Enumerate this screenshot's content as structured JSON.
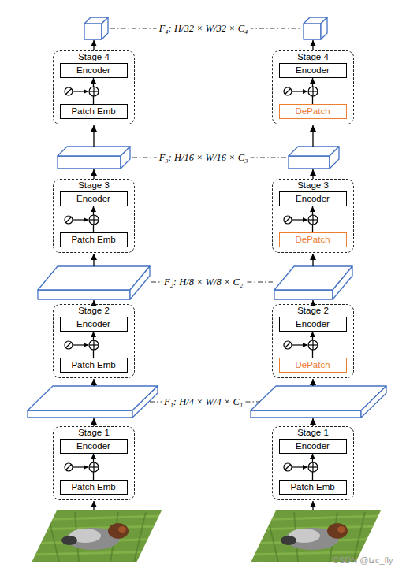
{
  "diagram": {
    "nodes": [
      {
        "text": [
          "Stage 4"
        ]
      },
      {
        "text": [
          "Encoder"
        ],
        "in": 0
      },
      {
        "text": [
          "Patch Emb"
        ],
        "in": 0
      },
      {
        "text": [
          "Stage 4"
        ]
      },
      {
        "text": [
          "Encoder"
        ],
        "in": 3
      },
      {
        "text": [
          "DePatch"
        ],
        "in": 3
      },
      {
        "text": [
          "Stage 3"
        ]
      },
      {
        "text": [
          "Encoder"
        ],
        "in": 6
      },
      {
        "text": [
          "Patch Emb"
        ],
        "in": 6
      },
      {
        "text": [
          "Stage 3"
        ]
      },
      {
        "text": [
          "Encoder"
        ],
        "in": 9
      },
      {
        "text": [
          "DePatch"
        ],
        "in": 9
      },
      {
        "text": [
          "Stage 2"
        ]
      },
      {
        "text": [
          "Encoder"
        ],
        "in": 12
      },
      {
        "text": [
          "Patch Emb"
        ],
        "in": 12
      },
      {
        "text": [
          "Stage 2"
        ]
      },
      {
        "text": [
          "Encoder"
        ],
        "in": 15
      },
      {
        "text": [
          "DePatch"
        ],
        "in": 15
      },
      {
        "text": [
          "Stage 1"
        ]
      },
      {
        "text": [
          "Encoder"
        ],
        "in": 18
      },
      {
        "text": [
          "Patch Emb"
        ],
        "in": 18
      },
      {
        "text": [
          "Stage 1"
        ]
      },
      {
        "text": [
          "Encoder"
        ],
        "in": 21
      },
      {
        "text": [
          "Patch Emb"
        ],
        "in": 21
      }
    ],
    "edges": [
      {
        "from": 2,
        "to": 1,
        "arrow": "to"
      },
      {
        "from": 5,
        "to": 4,
        "arrow": "to"
      },
      {
        "from": 8,
        "to": 7,
        "arrow": "to"
      },
      {
        "from": 11,
        "to": 10,
        "arrow": "to"
      },
      {
        "from": 14,
        "to": 13,
        "arrow": "to"
      },
      {
        "from": 17,
        "to": 16,
        "arrow": "to"
      },
      {
        "from": 20,
        "to": 19,
        "arrow": "to"
      },
      {
        "from": 23,
        "to": 22,
        "arrow": "to"
      }
    ],
    "labels": [
      "F₄: H/32 × W/32 × C₄",
      "F₃: H/16 × W/16 × C₃",
      "F₂: H/8 × W/8 × C₂",
      "F₁: H/4 × W/4 × C₁",
      "CSDN @tzc_fly"
    ]
  }
}
